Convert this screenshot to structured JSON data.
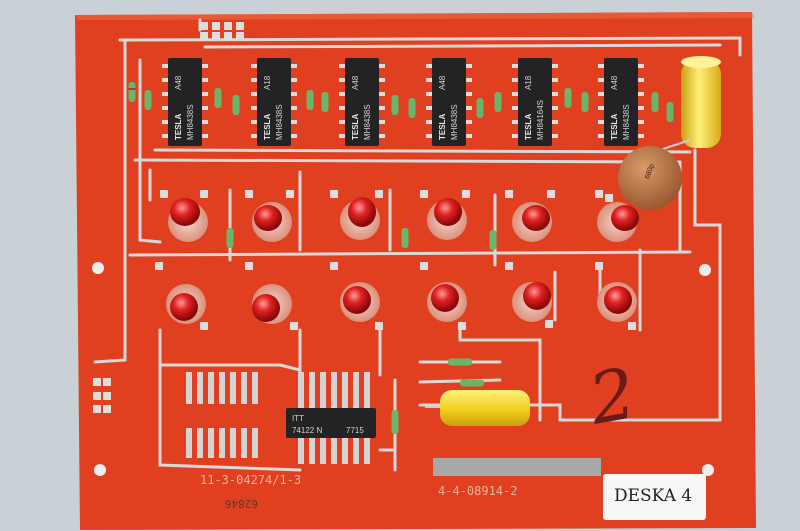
{
  "board": {
    "colors": {
      "substrate": "#e0401f",
      "trace": "#d8d8d8",
      "background": "#c9d0d6"
    }
  },
  "chips": [
    {
      "brand": "TESLA",
      "part": "MH8438S",
      "code": "A48"
    },
    {
      "brand": "TESLA",
      "part": "MH8438S",
      "code": "A18"
    },
    {
      "brand": "TESLA",
      "part": "MH8438S",
      "code": "A48"
    },
    {
      "brand": "TESLA",
      "part": "MH8438S",
      "code": "A48"
    },
    {
      "brand": "TESLA",
      "part": "MH84164S",
      "code": "A18"
    },
    {
      "brand": "TESLA",
      "part": "MH8438S",
      "code": "A48"
    }
  ],
  "ic_bottom": {
    "brand": "ITT",
    "part": "74122 N",
    "code": "7715"
  },
  "capacitor_disc": {
    "label": "680p"
  },
  "silkscreen": {
    "part_number_left": "11-3-04274/1-3",
    "serial": "62846",
    "part_number_right": "4-4-08914-2"
  },
  "handwritten_mark": "2",
  "sticker": {
    "label": "DESKA 4"
  }
}
